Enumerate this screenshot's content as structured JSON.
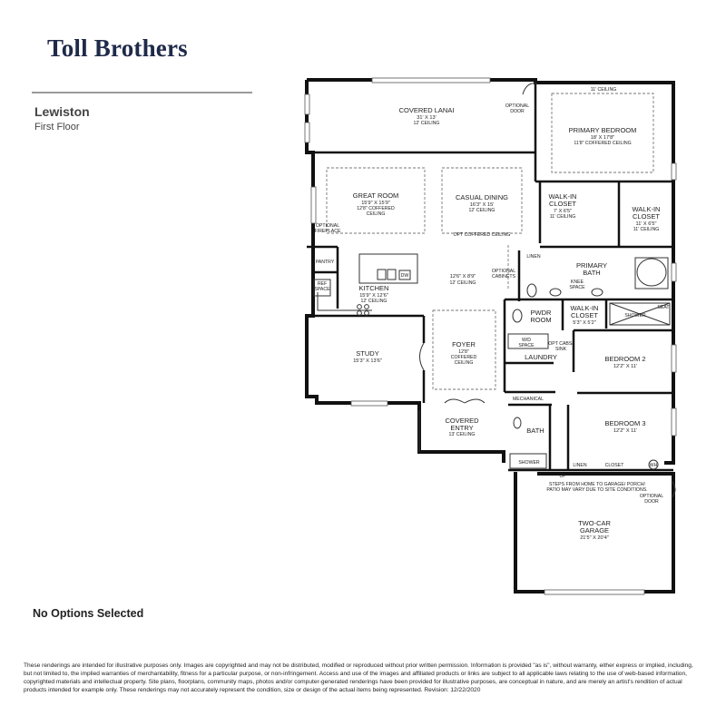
{
  "header": {
    "brand": "Toll Brothers",
    "model_name": "Lewiston",
    "floor_name": "First Floor"
  },
  "rooms": {
    "covered_lanai": {
      "name": "COVERED LANAI",
      "dims": "31' X 13'",
      "ceiling": "12' CEILING"
    },
    "primary_bedroom": {
      "name": "PRIMARY BEDROOM",
      "dims": "18' X 17'8\"",
      "ceiling": "11'8\" COFFERED CEILING",
      "top_ceiling": "11' CEILING"
    },
    "great_room": {
      "name": "GREAT ROOM",
      "dims": "15'9\" X 15'9\"",
      "ceiling1": "12'8\" COFFERED",
      "ceiling2": "CEILING"
    },
    "casual_dining": {
      "name": "CASUAL DINING",
      "dims": "16'3\" X 15'",
      "ceiling": "12' CEILING",
      "opt": "OPT COFFERED CEILING"
    },
    "walkin_closet_1": {
      "name1": "WALK-IN",
      "name2": "CLOSET",
      "dims": "7' X 6'5\"",
      "ceiling": "11' CEILING"
    },
    "walkin_closet_2": {
      "name1": "WALK-IN",
      "name2": "CLOSET",
      "dims": "11' X 6'5\"",
      "ceiling": "11' CEILING"
    },
    "pantry": {
      "name": "PANTRY"
    },
    "ref_space": {
      "name1": "REF",
      "name2": "SPACE"
    },
    "dw": {
      "name": "DW"
    },
    "kitchen": {
      "name": "KITCHEN",
      "dims": "15'9\" X 12'6\"",
      "ceiling": "12' CEILING"
    },
    "center": {
      "dims": "12'6\" X 8'9\"",
      "ceiling": "12' CEILING"
    },
    "linen_top": {
      "name": "LINEN"
    },
    "primary_bath": {
      "name1": "PRIMARY",
      "name2": "BATH",
      "knee1": "KNEE",
      "knee2": "SPACE"
    },
    "pwdr": {
      "name1": "PWDR",
      "name2": "ROOM"
    },
    "walkin_closet_3": {
      "name1": "WALK-IN",
      "name2": "CLOSET",
      "dims": "5'3\" X 5'2\""
    },
    "shower_top": {
      "name": "SHOWER",
      "seat": "SEAT"
    },
    "study": {
      "name": "STUDY",
      "dims": "15'3\" X 13'6\""
    },
    "foyer": {
      "name": "FOYER",
      "ceiling1": "12'8\"",
      "ceiling2": "COFFERED",
      "ceiling3": "CEILING"
    },
    "wd_space": {
      "name1": "W/D",
      "name2": "SPACE"
    },
    "opt_cabs": {
      "name1": "OPT CABS/",
      "name2": "SINK"
    },
    "laundry": {
      "name": "LAUNDRY"
    },
    "bedroom2": {
      "name": "BEDROOM 2",
      "dims": "12'2\" X 11'"
    },
    "mechanical": {
      "name": "MECHANICAL"
    },
    "covered_entry": {
      "name1": "COVERED",
      "name2": "ENTRY",
      "ceiling": "13' CEILING"
    },
    "bath": {
      "name": "BATH",
      "shower": "SHOWER"
    },
    "bedroom3": {
      "name": "BEDROOM 3",
      "dims": "12'2\" X 11'"
    },
    "linen_bottom": {
      "name": "LINEN"
    },
    "closet": {
      "name": "CLOSET"
    },
    "wh": {
      "name": "WH"
    },
    "up": {
      "name": "UP"
    },
    "garage": {
      "name": "TWO-CAR",
      "name2": "GARAGE",
      "dims": "21'5\" X 20'4\""
    }
  },
  "notes": {
    "optional_door_top": [
      "OPTIONAL",
      "DOOR"
    ],
    "optional_fireplace": [
      "OPTIONAL",
      "FIREPLACE"
    ],
    "optional_cabinets": [
      "OPTIONAL",
      "CABINETS"
    ],
    "optional_door_garage": [
      "OPTIONAL",
      "DOOR"
    ],
    "steps": [
      "STEPS FROM HOME TO GARAGE/ PORCH/",
      "PATIO MAY VARY DUE TO SITE CONDITIONS."
    ]
  },
  "options_status": "No Options Selected",
  "disclaimer": "These renderings are intended for illustrative purposes only. Images are copyrighted and may not be distributed, modified or reproduced without prior written permission. Information is provided \"as is\", without warranty, either express or implied, including, but not limited to, the implied warranties of merchantability, fitness for a particular purpose, or non-infringement. Access and use of the images and affiliated products or links are subject to all applicable laws relating to the use of web-based information, copyrighted materials and intellectual property. Site plans, floorplans, community maps, photos and/or computer-generated renderings have been provided for illustrative purposes, are conceptual in nature, and are merely an artist's rendition of actual products intended for example only. These renderings may not accurately represent the condition, size or design of the actual items being represented. Revision: 12/22/2020",
  "colors": {
    "brand": "#1f2a4a",
    "wall": "#111111",
    "rule": "#9a9a9a"
  }
}
